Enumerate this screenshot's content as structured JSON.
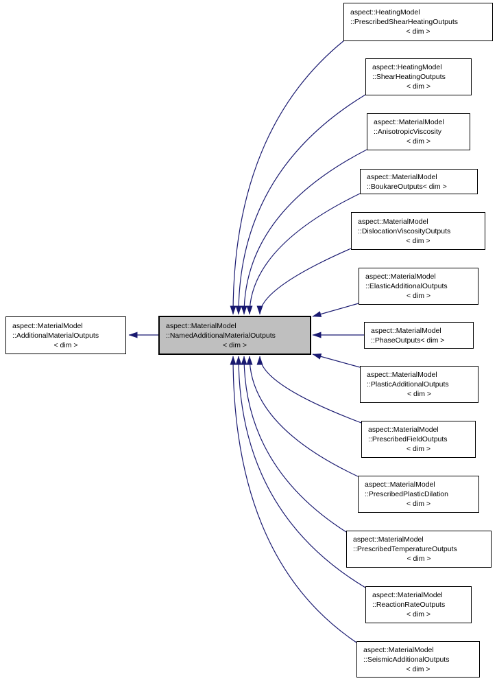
{
  "diagram": {
    "kind": "class-inheritance-graph",
    "colors": {
      "edge_color": "#191970",
      "node_border": "#000000",
      "node_fill": "#ffffff",
      "highlight_fill": "#bfbfbf",
      "background": "#ffffff"
    },
    "nodes": {
      "additional": {
        "name": "aspect::MaterialModel\n::AdditionalMaterialOutputs",
        "param": "< dim >"
      },
      "named": {
        "name": "aspect::MaterialModel\n::NamedAdditionalMaterialOutputs",
        "param": "< dim >"
      },
      "prescribed_shear_heating": {
        "name": "aspect::HeatingModel\n::PrescribedShearHeatingOutputs",
        "param": "< dim >"
      },
      "shear_heating": {
        "name": "aspect::HeatingModel\n::ShearHeatingOutputs",
        "param": "< dim >"
      },
      "anisotropic_viscosity": {
        "name": "aspect::MaterialModel\n::AnisotropicViscosity",
        "param": "< dim >"
      },
      "boukare": {
        "name": "aspect::MaterialModel\n::BoukareOutputs< dim >"
      },
      "dislocation_viscosity": {
        "name": "aspect::MaterialModel\n::DislocationViscosityOutputs",
        "param": "< dim >"
      },
      "elastic": {
        "name": "aspect::MaterialModel\n::ElasticAdditionalOutputs",
        "param": "< dim >"
      },
      "phase": {
        "name": "aspect::MaterialModel\n::PhaseOutputs< dim >"
      },
      "plastic": {
        "name": "aspect::MaterialModel\n::PlasticAdditionalOutputs",
        "param": "< dim >"
      },
      "prescribed_field": {
        "name": "aspect::MaterialModel\n::PrescribedFieldOutputs",
        "param": "< dim >"
      },
      "prescribed_plastic_dilation": {
        "name": "aspect::MaterialModel\n::PrescribedPlasticDilation",
        "param": "< dim >"
      },
      "prescribed_temperature": {
        "name": "aspect::MaterialModel\n::PrescribedTemperatureOutputs",
        "param": "< dim >"
      },
      "reaction_rate": {
        "name": "aspect::MaterialModel\n::ReactionRateOutputs",
        "param": "< dim >"
      },
      "seismic": {
        "name": "aspect::MaterialModel\n::SeismicAdditionalOutputs",
        "param": "< dim >"
      }
    },
    "edges": [
      {
        "from": "named",
        "to": "additional"
      },
      {
        "from": "prescribed_shear_heating",
        "to": "named"
      },
      {
        "from": "shear_heating",
        "to": "named"
      },
      {
        "from": "anisotropic_viscosity",
        "to": "named"
      },
      {
        "from": "boukare",
        "to": "named"
      },
      {
        "from": "dislocation_viscosity",
        "to": "named"
      },
      {
        "from": "elastic",
        "to": "named"
      },
      {
        "from": "phase",
        "to": "named"
      },
      {
        "from": "plastic",
        "to": "named"
      },
      {
        "from": "prescribed_field",
        "to": "named"
      },
      {
        "from": "prescribed_plastic_dilation",
        "to": "named"
      },
      {
        "from": "prescribed_temperature",
        "to": "named"
      },
      {
        "from": "reaction_rate",
        "to": "named"
      },
      {
        "from": "seismic",
        "to": "named"
      }
    ]
  }
}
